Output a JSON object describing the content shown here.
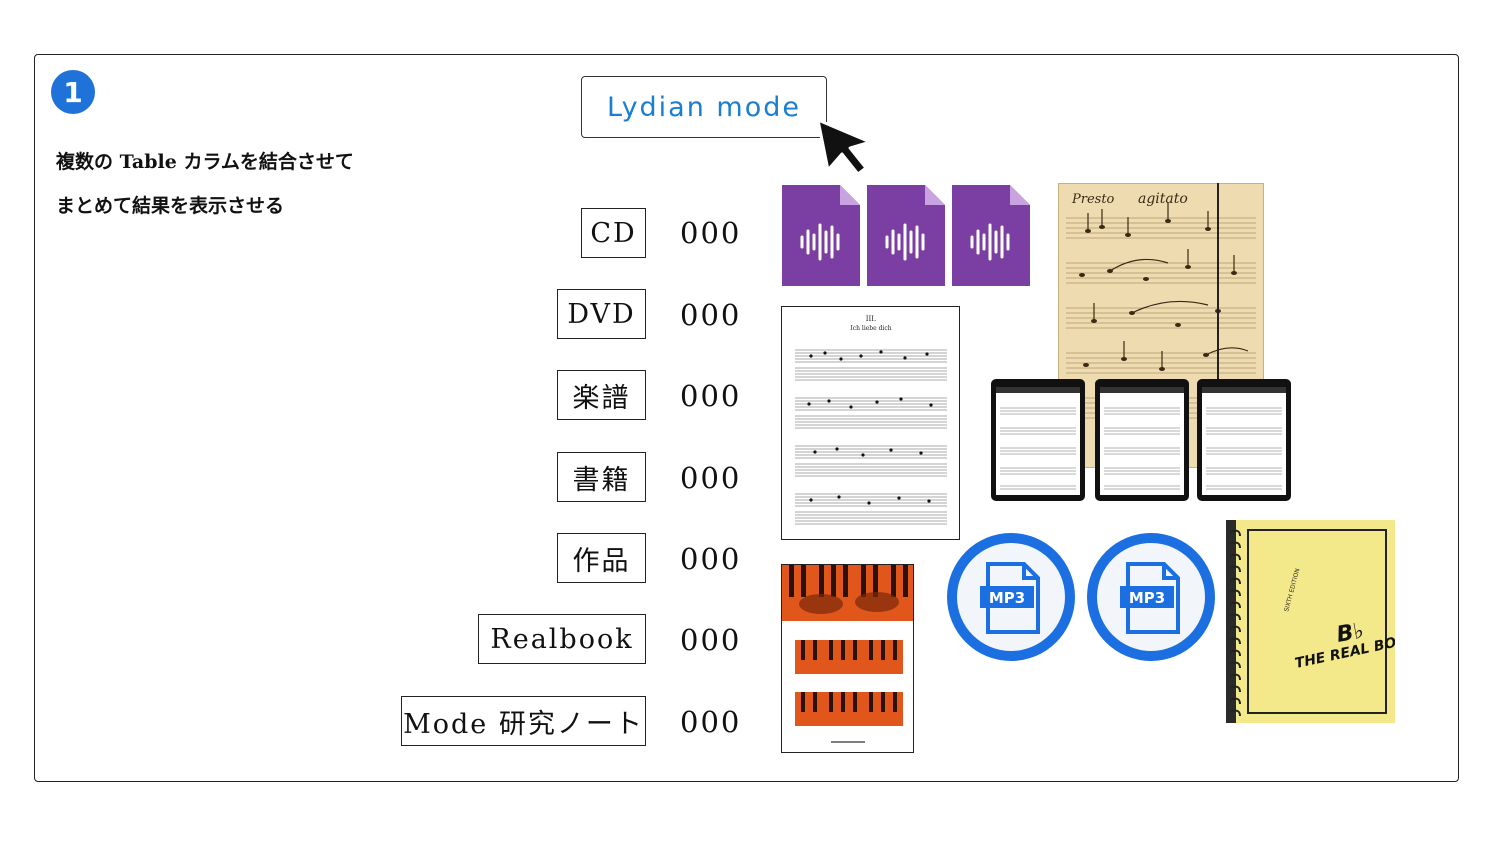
{
  "step": {
    "number": "1"
  },
  "description": {
    "line1": "複数の Table カラムを結合させて",
    "line2": "まとめて結果を表示させる"
  },
  "mode_button": {
    "label": "Lydian mode"
  },
  "categories": [
    {
      "label": "CD",
      "count": "000"
    },
    {
      "label": "DVD",
      "count": "000"
    },
    {
      "label": "楽譜",
      "count": "000"
    },
    {
      "label": "書籍",
      "count": "000"
    },
    {
      "label": "作品",
      "count": "000"
    },
    {
      "label": "Realbook",
      "count": "000"
    },
    {
      "label": "Mode 研究ノート",
      "count": "000"
    }
  ],
  "thumbnails": {
    "audio_files": [
      "audio-wave-icon",
      "audio-wave-icon",
      "audio-wave-icon"
    ],
    "sheet_music_page": {
      "title": "III.",
      "subtitle": "Ich liebe dich"
    },
    "mp3_badge": "MP3",
    "realbook_cover": {
      "title": "THE REAL BOOK",
      "key": "B♭",
      "edition": "SIXTH EDITION"
    }
  },
  "colors": {
    "accent_blue": "#1f73d8",
    "button_text": "#1a7fd0",
    "audio_purple": "#7b3fa3",
    "mp3_blue": "#1c6fe0",
    "realbook_yellow": "#f3e98a",
    "keyboard_orange": "#e0561b",
    "manuscript_paper": "#eedbb0"
  }
}
